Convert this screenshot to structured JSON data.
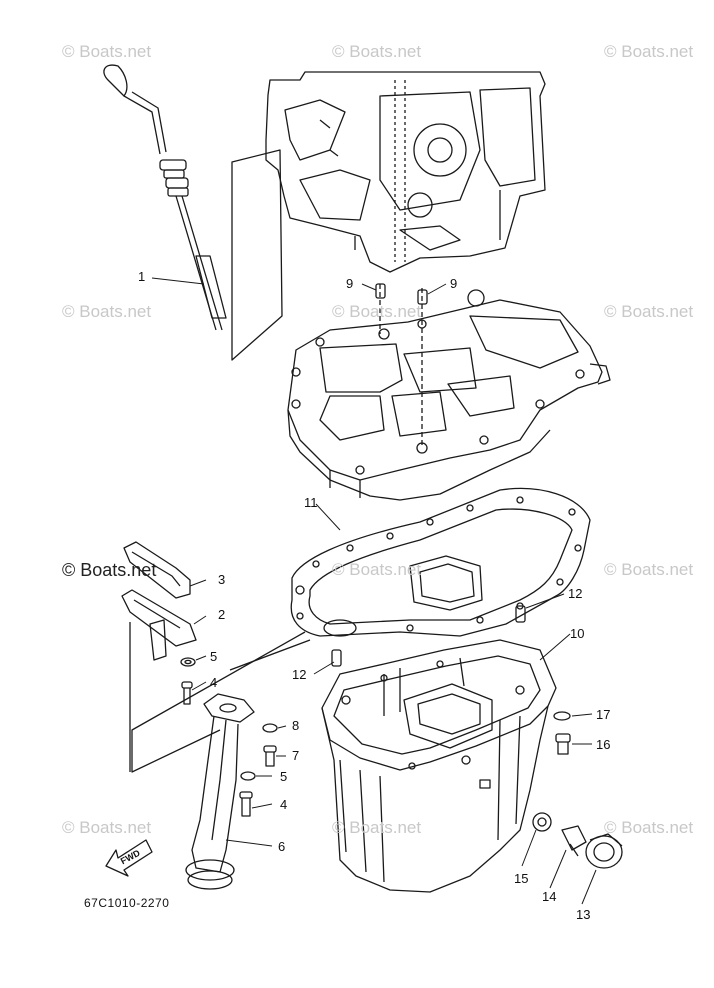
{
  "watermark": "© Boats.net",
  "watermarks_faint": [
    "© Boats.net",
    "© Boats.net",
    "© Boats.net",
    "© Boats.net",
    "© Boats.net",
    "© Boats.net",
    "© Boats.net",
    "© Boats.net",
    "© Boats.net",
    "© Boats.net",
    "© Boats.net"
  ],
  "part_code": "67C1010-2270",
  "fwd_label": "FWD",
  "callouts": [
    "1",
    "2",
    "3",
    "4",
    "4",
    "5",
    "5",
    "6",
    "7",
    "8",
    "9",
    "9",
    "10",
    "11",
    "12",
    "12",
    "13",
    "14",
    "15",
    "16",
    "17"
  ],
  "colors": {
    "line": "#1a1a1a",
    "watermark": "#c8c8c8"
  }
}
